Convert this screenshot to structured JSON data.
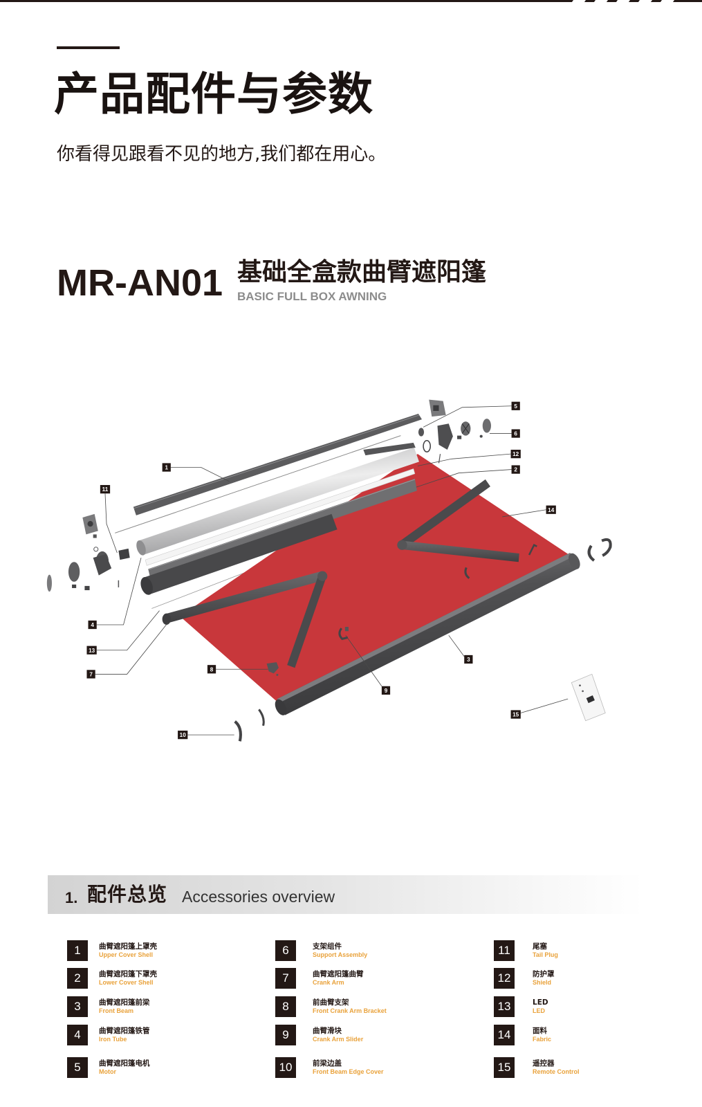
{
  "header": {
    "title": "产品配件与参数",
    "subtitle": "你看得见跟看不见的地方,我们都在用心。"
  },
  "product": {
    "model": "MR-AN01",
    "name_cn": "基础全盒款曲臂遮阳篷",
    "name_en": "BASIC FULL BOX AWNING"
  },
  "diagram": {
    "callouts": [
      "1",
      "2",
      "3",
      "4",
      "5",
      "6",
      "7",
      "8",
      "9",
      "10",
      "11",
      "12",
      "13",
      "14",
      "15"
    ]
  },
  "section": {
    "number": "1.",
    "title_cn": "配件总览",
    "title_en": "Accessories overview"
  },
  "accessories": [
    {
      "no": "1",
      "cn": "曲臂遮阳篷上罩壳",
      "en": "Upper Cover Shell"
    },
    {
      "no": "2",
      "cn": "曲臂遮阳篷下罩壳",
      "en": "Lower Cover Shell"
    },
    {
      "no": "3",
      "cn": "曲臂遮阳篷前梁",
      "en": "Front Beam"
    },
    {
      "no": "4",
      "cn": "曲臂遮阳篷铁管",
      "en": "Iron Tube"
    },
    {
      "no": "5",
      "cn": "曲臂遮阳篷电机",
      "en": "Motor"
    },
    {
      "no": "6",
      "cn": "支架组件",
      "en": "Support Assembly"
    },
    {
      "no": "7",
      "cn": "曲臂遮阳篷曲臂",
      "en": "Crank Arm"
    },
    {
      "no": "8",
      "cn": "前曲臂支架",
      "en": "Front Crank Arm Bracket"
    },
    {
      "no": "9",
      "cn": "曲臂滑块",
      "en": "Crank Arm Slider"
    },
    {
      "no": "10",
      "cn": "前梁边盖",
      "en": "Front Beam Edge Cover"
    },
    {
      "no": "11",
      "cn": "尾塞",
      "en": "Tail Plug"
    },
    {
      "no": "12",
      "cn": "防护罩",
      "en": "Shield"
    },
    {
      "no": "13",
      "cn": "LED",
      "en": "LED"
    },
    {
      "no": "14",
      "cn": "面料",
      "en": "Fabric"
    },
    {
      "no": "15",
      "cn": "遥控器",
      "en": "Remote Control"
    }
  ],
  "colors": {
    "text_dark": "#231815",
    "accent_orange": "#e9a23b",
    "fabric_red": "#c8373b",
    "frame_grey": "#4b4b4d"
  }
}
